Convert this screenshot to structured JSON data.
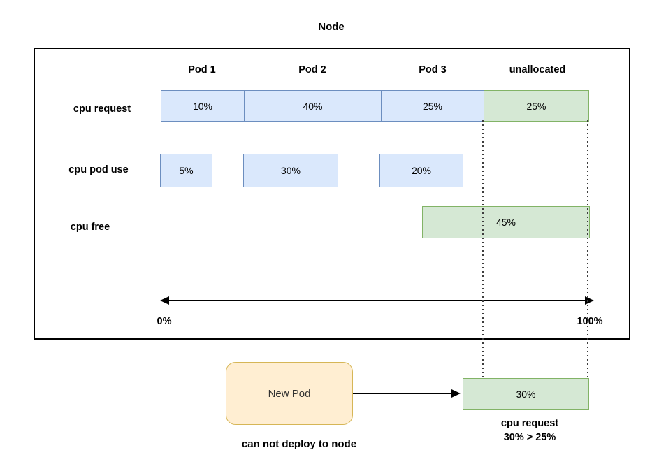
{
  "title": "Node",
  "colors": {
    "blue_fill": "#dae8fc",
    "blue_border": "#6c8ebf",
    "green_fill": "#d5e8d4",
    "green_border": "#82b366",
    "yellow_fill": "#ffeed2",
    "yellow_border": "#d6b656",
    "line_color": "#000000"
  },
  "node": {
    "headers": [
      "Pod 1",
      "Pod 2",
      "Pod 3",
      "unallocated"
    ],
    "rows": [
      {
        "label": "cpu request",
        "values": [
          "10%",
          "40%",
          "25%",
          "25%"
        ]
      },
      {
        "label": "cpu pod use",
        "values": [
          "5%",
          "30%",
          "20%"
        ]
      },
      {
        "label": "cpu free",
        "values": [
          "45%"
        ]
      }
    ],
    "axis": {
      "min": "0%",
      "max": "100%"
    }
  },
  "new_pod": {
    "label": "New Pod",
    "request_value": "30%",
    "note_line1": "cpu request",
    "note_line2": "30% > 25%",
    "caption": "can not deploy to node"
  }
}
